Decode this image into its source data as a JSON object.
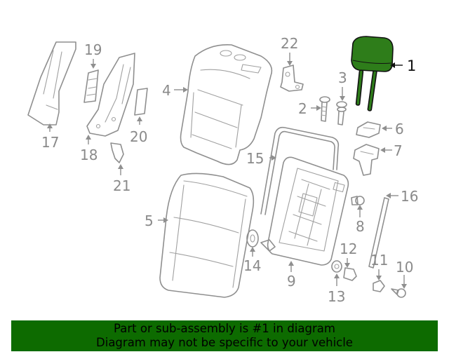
{
  "diagram": {
    "highlighted_part": "1",
    "callouts": {
      "c1": "1",
      "c2": "2",
      "c3": "3",
      "c4": "4",
      "c5": "5",
      "c6": "6",
      "c7": "7",
      "c8": "8",
      "c9": "9",
      "c10": "10",
      "c11": "11",
      "c12": "12",
      "c13": "13",
      "c14": "14",
      "c15": "15",
      "c16": "16",
      "c17": "17",
      "c18": "18",
      "c19": "19",
      "c20": "20",
      "c21": "21",
      "c22": "22"
    },
    "colors": {
      "highlight": "#2e7d1a",
      "lines": "#8f8f8f",
      "banner": "#0d6b00"
    }
  },
  "banner": {
    "line1": "Part or sub-assembly is #1 in diagram",
    "line2": "Diagram may not be specific to your vehicle"
  }
}
